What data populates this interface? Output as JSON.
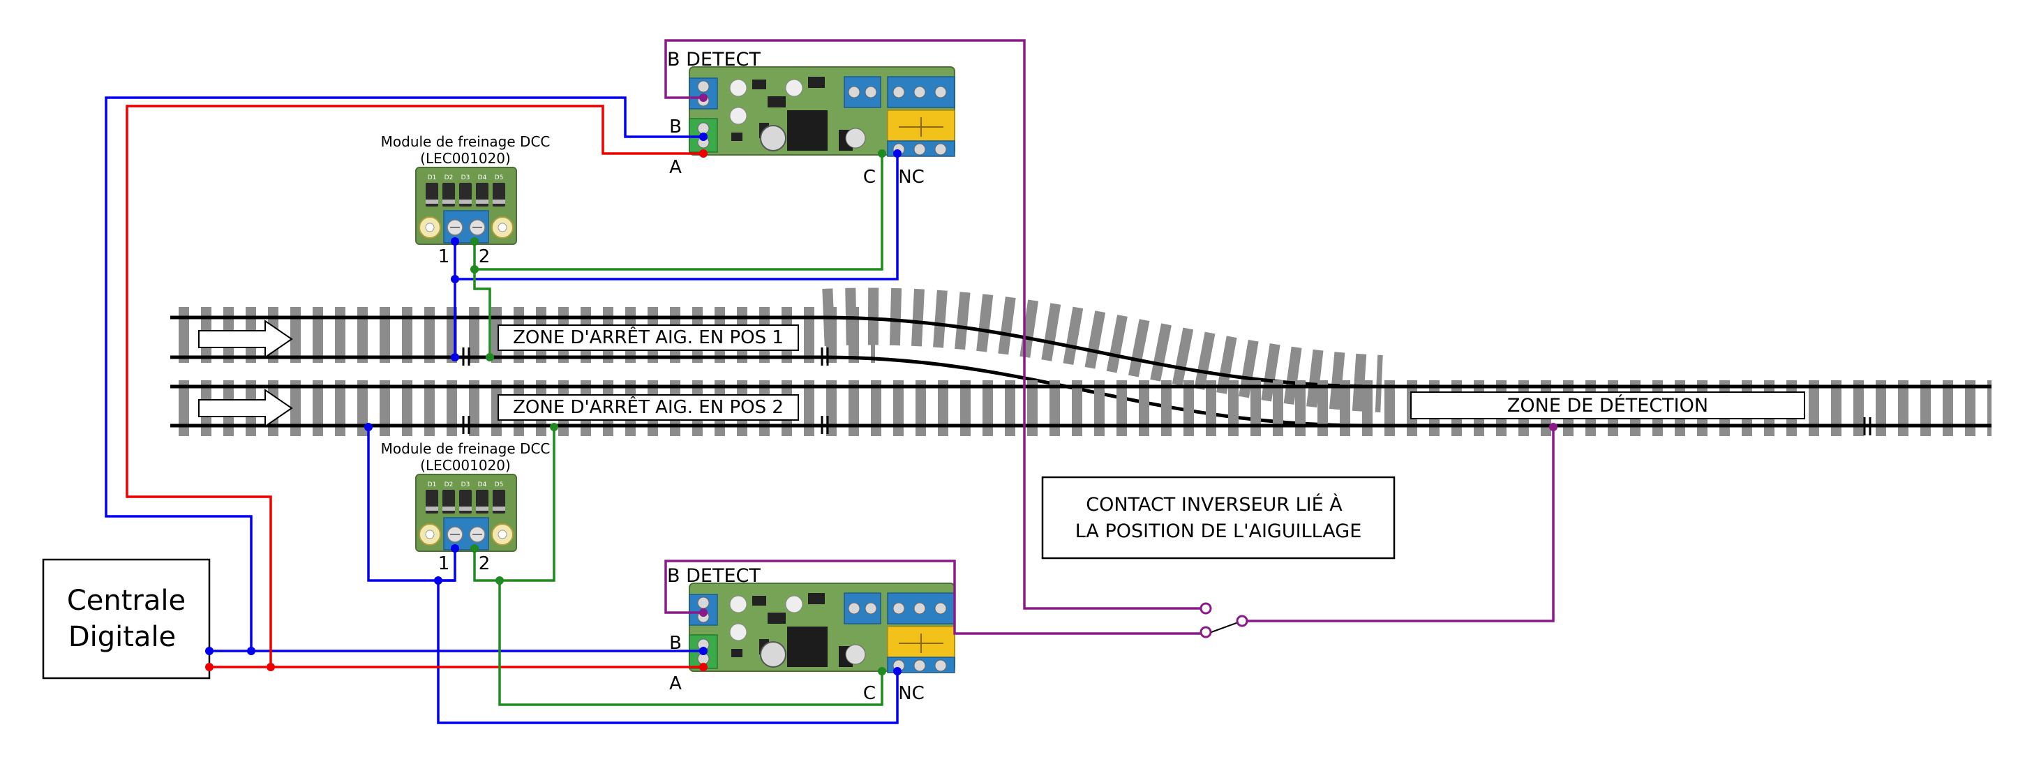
{
  "colors": {
    "blue": "#0000ee",
    "red": "#ee0000",
    "green": "#1f8a1f",
    "purple": "#8a1a8a",
    "pcb": "#6f9a4d",
    "terminal_blue": "#2c7fc0",
    "relay_yellow": "#f2c21b",
    "tie_gray": "#8c8c8c"
  },
  "central": {
    "line1": "Centrale",
    "line2": "Digitale"
  },
  "modules": [
    {
      "title": "Module de freinage DCC",
      "ref": "(LEC001020)",
      "pin1": "1",
      "pin2": "2"
    },
    {
      "title": "Module de freinage DCC",
      "ref": "(LEC001020)",
      "pin1": "1",
      "pin2": "2"
    }
  ],
  "detectors": [
    {
      "title": "B DETECT",
      "pin_b": "B",
      "pin_a": "A",
      "pin_c": "C",
      "pin_nc": "NC"
    },
    {
      "title": "B DETECT",
      "pin_b": "B",
      "pin_a": "A",
      "pin_c": "C",
      "pin_nc": "NC"
    }
  ],
  "diode_labels": [
    "D1",
    "D2",
    "D3",
    "D4",
    "D5"
  ],
  "zones": {
    "stop1": "ZONE D'ARRÊT AIG. EN POS 1",
    "stop2": "ZONE D'ARRÊT AIG. EN POS 2",
    "detect": "ZONE DE DÉTECTION"
  },
  "contact": {
    "line1": "CONTACT INVERSEUR LIÉ À",
    "line2": "LA POSITION DE L'AIGUILLAGE"
  }
}
